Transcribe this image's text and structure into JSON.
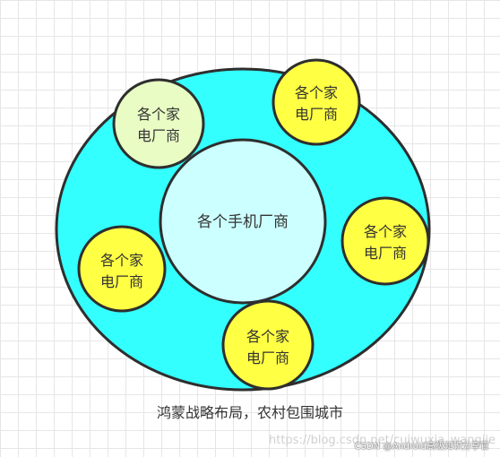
{
  "diagram": {
    "center_label": "各个手机厂商",
    "satellites": [
      {
        "line1": "各个家",
        "line2": "电厂商",
        "fill": "#e8fcc4"
      },
      {
        "line1": "各个家",
        "line2": "电厂商",
        "fill": "#ffff44"
      },
      {
        "line1": "各个家",
        "line2": "电厂商",
        "fill": "#ffff44"
      },
      {
        "line1": "各个家",
        "line2": "电厂商",
        "fill": "#ffff44"
      },
      {
        "line1": "各个家",
        "line2": "电厂商",
        "fill": "#ffff44"
      }
    ],
    "caption": "鸿蒙战略布局，农村包围城市"
  },
  "watermark": {
    "url": "https://blog.csdn.net/cuiwuxia_wangjie",
    "csdn": "CSDN @Android高级知识分享官"
  },
  "colors": {
    "outer_fill": "#33ffff",
    "inner_fill": "#ccffff",
    "stroke": "#2e2e2e"
  }
}
